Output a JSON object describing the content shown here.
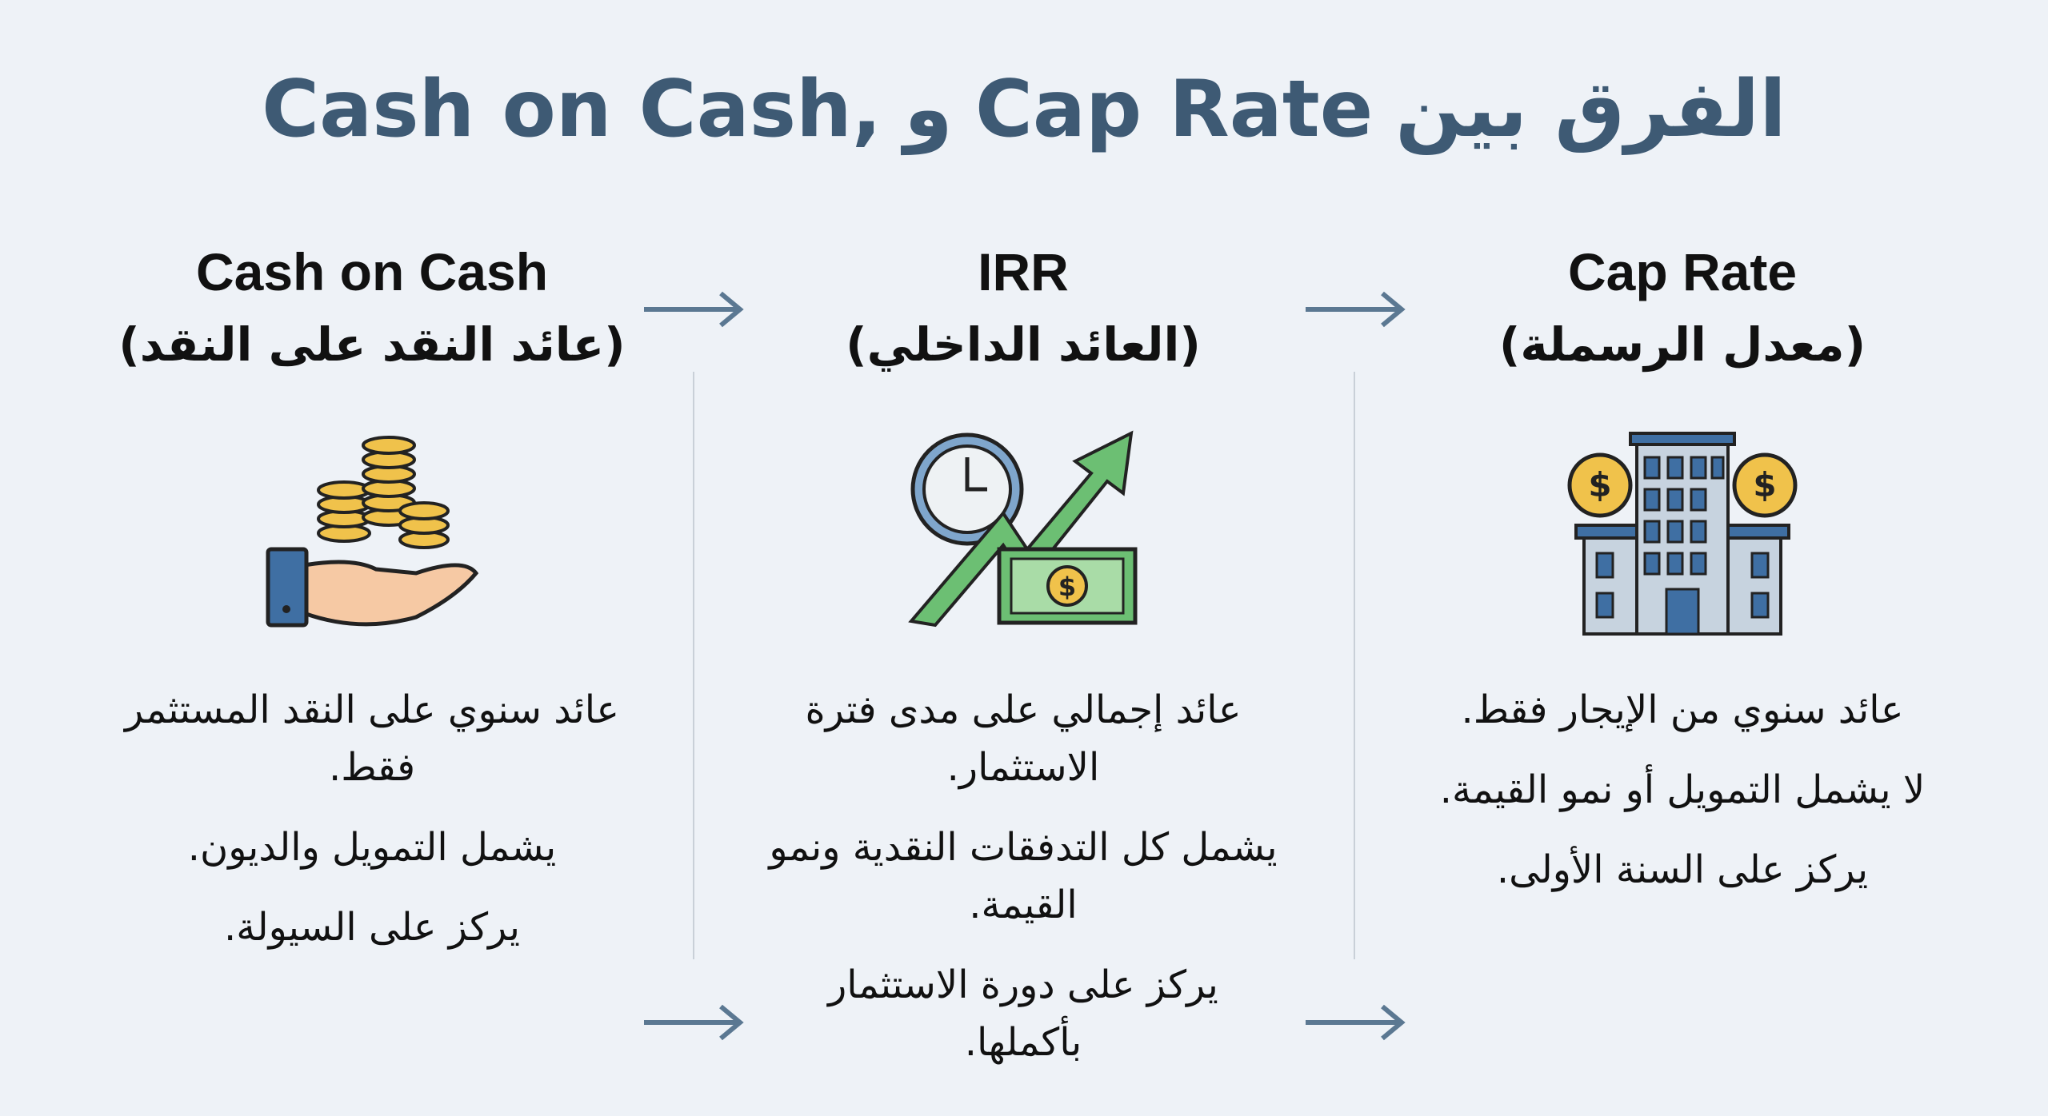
{
  "title": {
    "arabic": "الفرق بين",
    "term1": "Cap Rate",
    "and": "و",
    "term2": "Cash on Cash,"
  },
  "columns": [
    {
      "heading": "Cash on Cash",
      "subheading": "(عائد النقد على النقد)",
      "icon": "hand-coins-icon",
      "points": [
        "عائد سنوي على النقد المستثمر فقط.",
        "يشمل التمويل والديون.",
        "يركز على السيولة."
      ]
    },
    {
      "heading": "IRR",
      "subheading": "(العائد الداخلي)",
      "icon": "clock-growth-money-icon",
      "points": [
        "عائد إجمالي على مدى فترة الاستثمار.",
        "يشمل كل التدفقات النقدية ونمو القيمة.",
        "يركز على دورة الاستثمار بأكملها."
      ]
    },
    {
      "heading": "Cap Rate",
      "subheading": "(معدل الرسملة)",
      "icon": "building-coins-icon",
      "points": [
        "عائد سنوي من الإيجار فقط.",
        "لا يشمل التمويل أو نمو القيمة.",
        "يركز على السنة الأولى."
      ]
    }
  ],
  "colors": {
    "title": "#3e5a74",
    "arrow": "#5b7892",
    "coin": "#f0c24b",
    "growth": "#6cbf73",
    "building": "#7fa6cc"
  }
}
